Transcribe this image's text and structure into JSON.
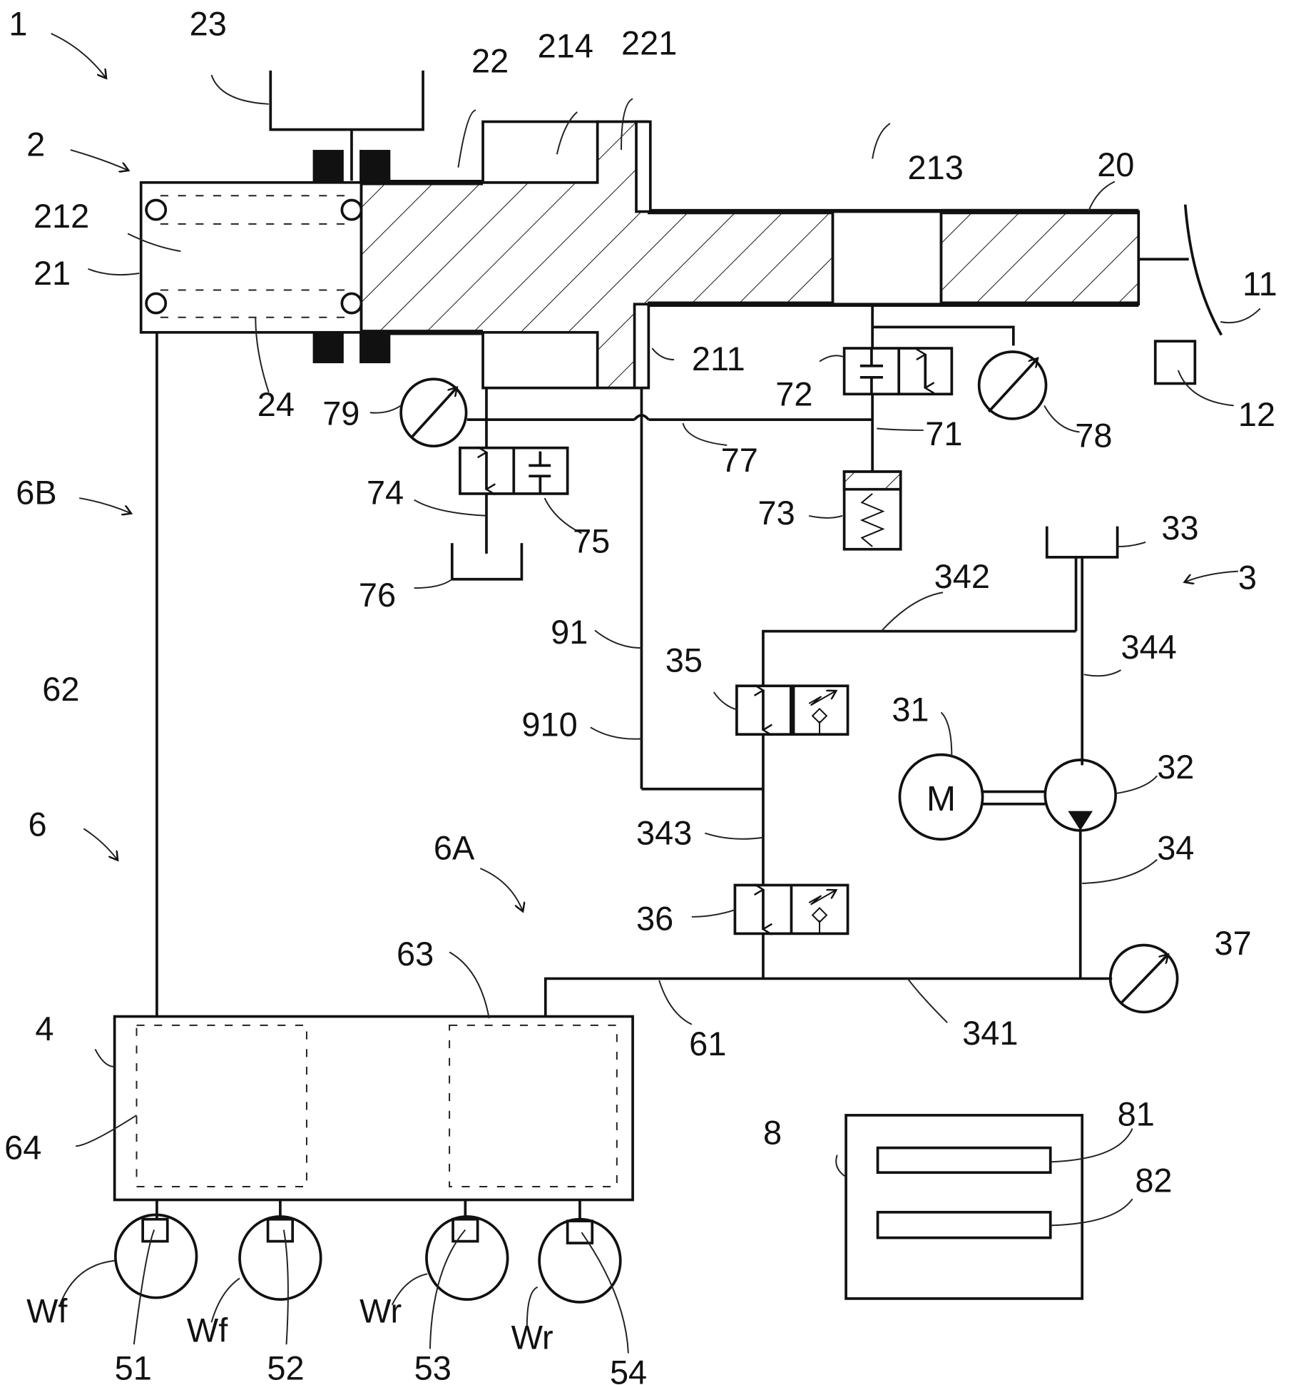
{
  "figure": {
    "type": "hydraulic brake system schematic",
    "labels": {
      "system": "1",
      "master_unit": "2",
      "pump_unit": "3",
      "modulator": "4",
      "controller": "8",
      "path_6": "6",
      "path_6A": "6A",
      "path_6B": "6B",
      "pedal": "11",
      "stroke_sensor": "12",
      "piston_20": "20",
      "cylinder_21": "21",
      "piston_22": "22",
      "reservoir_23": "23",
      "spring_24": "24",
      "port_211": "211",
      "chamber_212": "212",
      "chamber_213": "213",
      "chamber_214": "214",
      "flange_221": "221",
      "motor": "31",
      "pump": "32",
      "reservoir_33": "33",
      "line_34": "34",
      "line_341": "341",
      "line_342": "342",
      "line_343": "343",
      "line_344": "344",
      "valve_35": "35",
      "valve_36": "36",
      "sensor_37": "37",
      "wheel_cyl_51": "51",
      "wheel_cyl_52": "52",
      "wheel_cyl_53": "53",
      "wheel_cyl_54": "54",
      "line_61": "61",
      "line_62": "62",
      "line_63": "63",
      "line_64": "64",
      "line_71": "71",
      "valve_72": "72",
      "simulator_73": "73",
      "line_74": "74",
      "valve_75": "75",
      "reservoir_76": "76",
      "line_77": "77",
      "sensor_78": "78",
      "sensor_79": "79",
      "memory_81": "81",
      "processor_82": "82",
      "line_91": "91",
      "line_910": "910",
      "wheel_front_1": "Wf",
      "wheel_front_2": "Wf",
      "wheel_rear_1": "Wr",
      "wheel_rear_2": "Wr",
      "motor_symbol": "M"
    }
  }
}
